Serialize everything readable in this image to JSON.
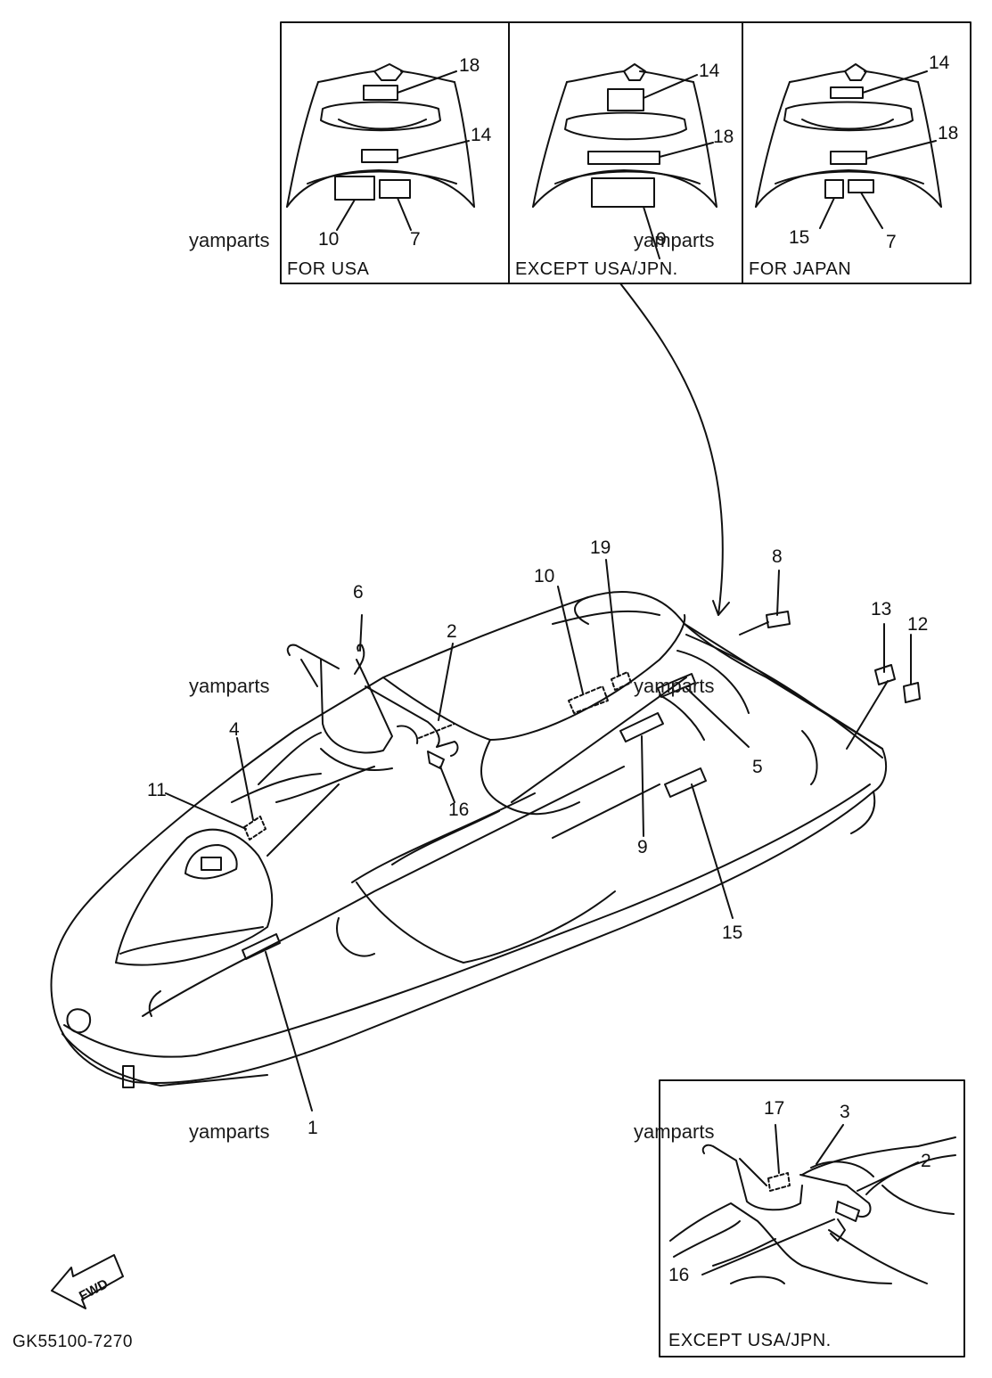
{
  "panels": {
    "usa": {
      "caption": "FOR USA",
      "callouts": [
        "18",
        "14",
        "10",
        "7"
      ]
    },
    "except": {
      "caption": "EXCEPT USA/JPN.",
      "callouts": [
        "14",
        "18",
        "9"
      ]
    },
    "japan": {
      "caption": "FOR JAPAN",
      "callouts": [
        "14",
        "18",
        "15",
        "7"
      ]
    }
  },
  "main_callouts": [
    "6",
    "2",
    "10",
    "19",
    "8",
    "13",
    "12",
    "4",
    "11",
    "16",
    "5",
    "9",
    "15",
    "1"
  ],
  "inset": {
    "caption": "EXCEPT USA/JPN.",
    "callouts": [
      "17",
      "3",
      "2",
      "16"
    ]
  },
  "watermark": "yamparts",
  "fwd_label": "FWD",
  "part_code": "GK55100-7270"
}
